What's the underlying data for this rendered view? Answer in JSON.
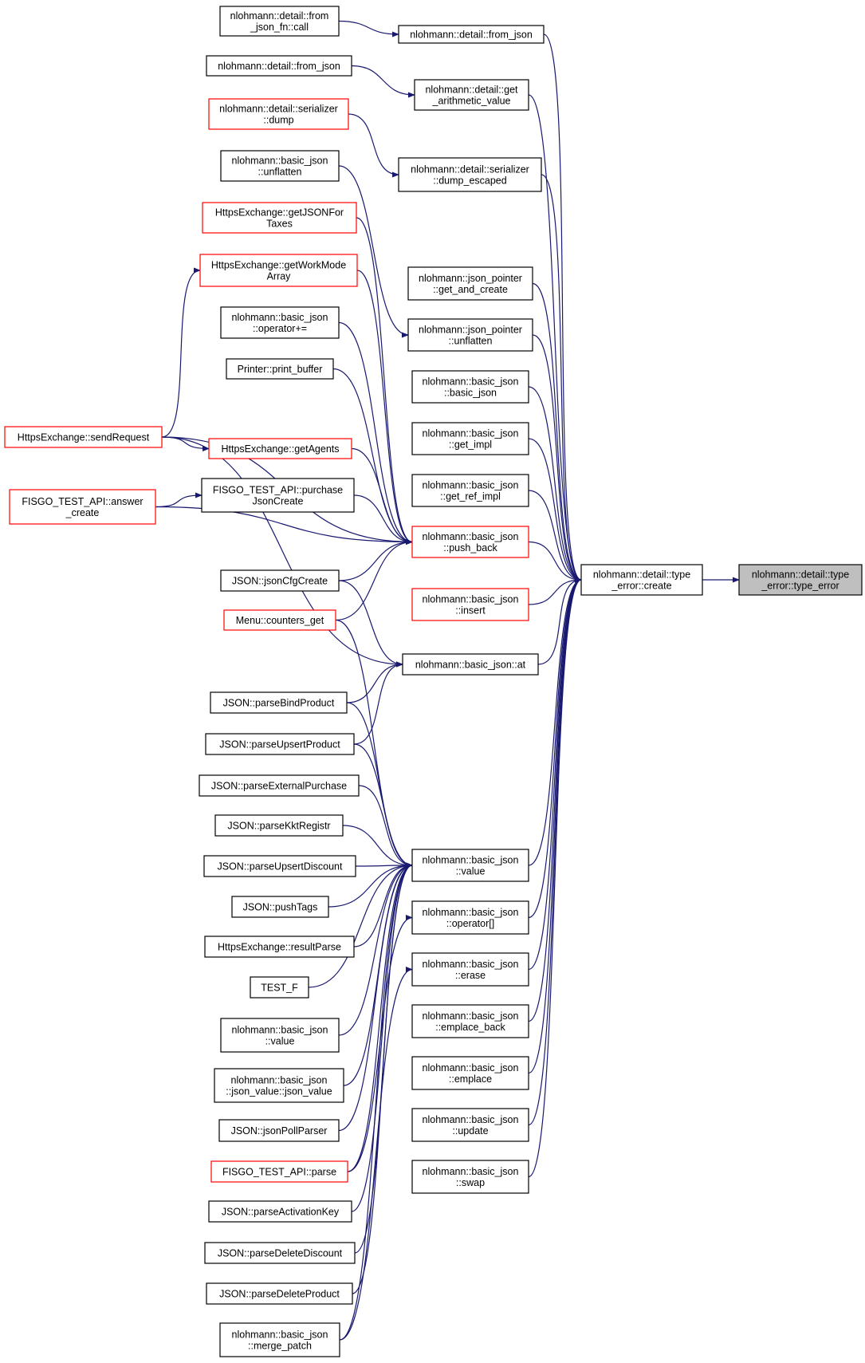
{
  "colors": {
    "edge": "#191970",
    "border_normal": "#000000",
    "border_truncated": "#ff0000",
    "focus_fill": "#bfbfbf",
    "node_fill": "#ffffff"
  },
  "nodes": {
    "type_error": {
      "lines": [
        "nlohmann::detail::type",
        "_error::type_error"
      ],
      "style": "focus"
    },
    "create": {
      "lines": [
        "nlohmann::detail::type",
        "_error::create"
      ],
      "style": "normal"
    },
    "from_json_fn_call": {
      "lines": [
        "nlohmann::detail::from",
        "_json_fn::call"
      ],
      "style": "normal"
    },
    "from_json_mid": {
      "lines": [
        "nlohmann::detail::from_json"
      ],
      "style": "normal"
    },
    "from_json_left": {
      "lines": [
        "nlohmann::detail::from_json"
      ],
      "style": "normal"
    },
    "get_arithmetic_value": {
      "lines": [
        "nlohmann::detail::get",
        "_arithmetic_value"
      ],
      "style": "normal"
    },
    "serializer_dump": {
      "lines": [
        "nlohmann::detail::serializer",
        "::dump"
      ],
      "style": "truncated"
    },
    "dump_escaped": {
      "lines": [
        "nlohmann::detail::serializer",
        "::dump_escaped"
      ],
      "style": "normal"
    },
    "bj_unflatten": {
      "lines": [
        "nlohmann::basic_json",
        "::unflatten"
      ],
      "style": "normal"
    },
    "get_json_for_taxes": {
      "lines": [
        "HttpsExchange::getJSONFor",
        "Taxes"
      ],
      "style": "truncated"
    },
    "get_work_mode_array": {
      "lines": [
        "HttpsExchange::getWorkMode",
        "Array"
      ],
      "style": "truncated"
    },
    "jp_get_and_create": {
      "lines": [
        "nlohmann::json_pointer",
        "::get_and_create"
      ],
      "style": "normal"
    },
    "jp_unflatten": {
      "lines": [
        "nlohmann::json_pointer",
        "::unflatten"
      ],
      "style": "normal"
    },
    "bj_operator_plus_eq": {
      "lines": [
        "nlohmann::basic_json",
        "::operator+="
      ],
      "style": "normal"
    },
    "printer_print_buffer": {
      "lines": [
        "Printer::print_buffer"
      ],
      "style": "normal"
    },
    "bj_basic_json": {
      "lines": [
        "nlohmann::basic_json",
        "::basic_json"
      ],
      "style": "normal"
    },
    "send_request": {
      "lines": [
        "HttpsExchange::sendRequest"
      ],
      "style": "truncated"
    },
    "get_agents": {
      "lines": [
        "HttpsExchange::getAgents"
      ],
      "style": "truncated"
    },
    "bj_get_impl": {
      "lines": [
        "nlohmann::basic_json",
        "::get_impl"
      ],
      "style": "normal"
    },
    "answer_create": {
      "lines": [
        "FISGO_TEST_API::answer",
        "_create"
      ],
      "style": "truncated"
    },
    "purchase_json_create": {
      "lines": [
        "FISGO_TEST_API::purchase",
        "JsonCreate"
      ],
      "style": "normal"
    },
    "bj_get_ref_impl": {
      "lines": [
        "nlohmann::basic_json",
        "::get_ref_impl"
      ],
      "style": "normal"
    },
    "bj_push_back": {
      "lines": [
        "nlohmann::basic_json",
        "::push_back"
      ],
      "style": "truncated"
    },
    "json_cfg_create": {
      "lines": [
        "JSON::jsonCfgCreate"
      ],
      "style": "normal"
    },
    "menu_counters_get": {
      "lines": [
        "Menu::counters_get"
      ],
      "style": "truncated"
    },
    "bj_insert": {
      "lines": [
        "nlohmann::basic_json",
        "::insert"
      ],
      "style": "truncated"
    },
    "bj_at": {
      "lines": [
        "nlohmann::basic_json::at"
      ],
      "style": "normal"
    },
    "parse_bind_product": {
      "lines": [
        "JSON::parseBindProduct"
      ],
      "style": "normal"
    },
    "parse_upsert_product": {
      "lines": [
        "JSON::parseUpsertProduct"
      ],
      "style": "normal"
    },
    "parse_external_purchase": {
      "lines": [
        "JSON::parseExternalPurchase"
      ],
      "style": "normal"
    },
    "parse_kkt_registr": {
      "lines": [
        "JSON::parseKktRegistr"
      ],
      "style": "normal"
    },
    "parse_upsert_discount": {
      "lines": [
        "JSON::parseUpsertDiscount"
      ],
      "style": "normal"
    },
    "bj_value_mid": {
      "lines": [
        "nlohmann::basic_json",
        "::value"
      ],
      "style": "normal"
    },
    "push_tags": {
      "lines": [
        "JSON::pushTags"
      ],
      "style": "normal"
    },
    "bj_operator_index": {
      "lines": [
        "nlohmann::basic_json",
        "::operator[]"
      ],
      "style": "normal"
    },
    "result_parse": {
      "lines": [
        "HttpsExchange::resultParse"
      ],
      "style": "normal"
    },
    "bj_erase": {
      "lines": [
        "nlohmann::basic_json",
        "::erase"
      ],
      "style": "normal"
    },
    "test_f": {
      "lines": [
        "TEST_F"
      ],
      "style": "normal"
    },
    "bj_emplace_back": {
      "lines": [
        "nlohmann::basic_json",
        "::emplace_back"
      ],
      "style": "normal"
    },
    "bj_value_left": {
      "lines": [
        "nlohmann::basic_json",
        "::value"
      ],
      "style": "normal"
    },
    "bj_emplace": {
      "lines": [
        "nlohmann::basic_json",
        "::emplace"
      ],
      "style": "normal"
    },
    "json_value_ctor": {
      "lines": [
        "nlohmann::basic_json",
        "::json_value::json_value"
      ],
      "style": "normal"
    },
    "bj_update": {
      "lines": [
        "nlohmann::basic_json",
        "::update"
      ],
      "style": "normal"
    },
    "json_poll_parser": {
      "lines": [
        "JSON::jsonPollParser"
      ],
      "style": "normal"
    },
    "bj_swap": {
      "lines": [
        "nlohmann::basic_json",
        "::swap"
      ],
      "style": "normal"
    },
    "fisgo_parse": {
      "lines": [
        "FISGO_TEST_API::parse"
      ],
      "style": "truncated"
    },
    "parse_activation_key": {
      "lines": [
        "JSON::parseActivationKey"
      ],
      "style": "normal"
    },
    "parse_delete_discount": {
      "lines": [
        "JSON::parseDeleteDiscount"
      ],
      "style": "normal"
    },
    "parse_delete_product": {
      "lines": [
        "JSON::parseDeleteProduct"
      ],
      "style": "normal"
    },
    "bj_merge_patch": {
      "lines": [
        "nlohmann::basic_json",
        "::merge_patch"
      ],
      "style": "normal"
    }
  },
  "edges": [
    [
      "create",
      "type_error"
    ],
    [
      "from_json_mid",
      "create"
    ],
    [
      "get_arithmetic_value",
      "create"
    ],
    [
      "dump_escaped",
      "create"
    ],
    [
      "jp_get_and_create",
      "create"
    ],
    [
      "jp_unflatten",
      "create"
    ],
    [
      "bj_basic_json",
      "create"
    ],
    [
      "bj_get_impl",
      "create"
    ],
    [
      "bj_get_ref_impl",
      "create"
    ],
    [
      "bj_push_back",
      "create"
    ],
    [
      "bj_insert",
      "create"
    ],
    [
      "bj_at",
      "create"
    ],
    [
      "bj_value_mid",
      "create"
    ],
    [
      "bj_operator_index",
      "create"
    ],
    [
      "bj_erase",
      "create"
    ],
    [
      "bj_emplace_back",
      "create"
    ],
    [
      "bj_emplace",
      "create"
    ],
    [
      "bj_update",
      "create"
    ],
    [
      "bj_swap",
      "create"
    ],
    [
      "from_json_fn_call",
      "from_json_mid"
    ],
    [
      "from_json_left",
      "get_arithmetic_value"
    ],
    [
      "serializer_dump",
      "dump_escaped"
    ],
    [
      "bj_unflatten",
      "jp_unflatten"
    ],
    [
      "get_json_for_taxes",
      "bj_push_back"
    ],
    [
      "get_work_mode_array",
      "bj_push_back"
    ],
    [
      "bj_operator_plus_eq",
      "bj_push_back"
    ],
    [
      "printer_print_buffer",
      "bj_push_back"
    ],
    [
      "send_request",
      "bj_push_back"
    ],
    [
      "get_agents",
      "bj_push_back"
    ],
    [
      "purchase_json_create",
      "bj_push_back"
    ],
    [
      "answer_create",
      "bj_push_back"
    ],
    [
      "json_cfg_create",
      "bj_push_back"
    ],
    [
      "menu_counters_get",
      "bj_push_back"
    ],
    [
      "send_request",
      "get_work_mode_array"
    ],
    [
      "send_request",
      "get_agents"
    ],
    [
      "answer_create",
      "purchase_json_create"
    ],
    [
      "send_request",
      "bj_at"
    ],
    [
      "json_cfg_create",
      "bj_at"
    ],
    [
      "parse_bind_product",
      "bj_at"
    ],
    [
      "parse_upsert_product",
      "bj_at"
    ],
    [
      "menu_counters_get",
      "bj_value_mid"
    ],
    [
      "parse_bind_product",
      "bj_value_mid"
    ],
    [
      "parse_upsert_product",
      "bj_value_mid"
    ],
    [
      "parse_external_purchase",
      "bj_value_mid"
    ],
    [
      "parse_kkt_registr",
      "bj_value_mid"
    ],
    [
      "parse_upsert_discount",
      "bj_value_mid"
    ],
    [
      "push_tags",
      "bj_value_mid"
    ],
    [
      "result_parse",
      "bj_value_mid"
    ],
    [
      "test_f",
      "bj_value_mid"
    ],
    [
      "bj_value_left",
      "bj_value_mid"
    ],
    [
      "json_value_ctor",
      "bj_value_mid"
    ],
    [
      "json_poll_parser",
      "bj_value_mid"
    ],
    [
      "fisgo_parse",
      "bj_value_mid"
    ],
    [
      "parse_activation_key",
      "bj_value_mid"
    ],
    [
      "parse_delete_discount",
      "bj_value_mid"
    ],
    [
      "parse_delete_product",
      "bj_value_mid"
    ],
    [
      "bj_merge_patch",
      "bj_value_mid"
    ],
    [
      "fisgo_parse",
      "bj_operator_index"
    ],
    [
      "bj_merge_patch",
      "bj_erase"
    ]
  ]
}
